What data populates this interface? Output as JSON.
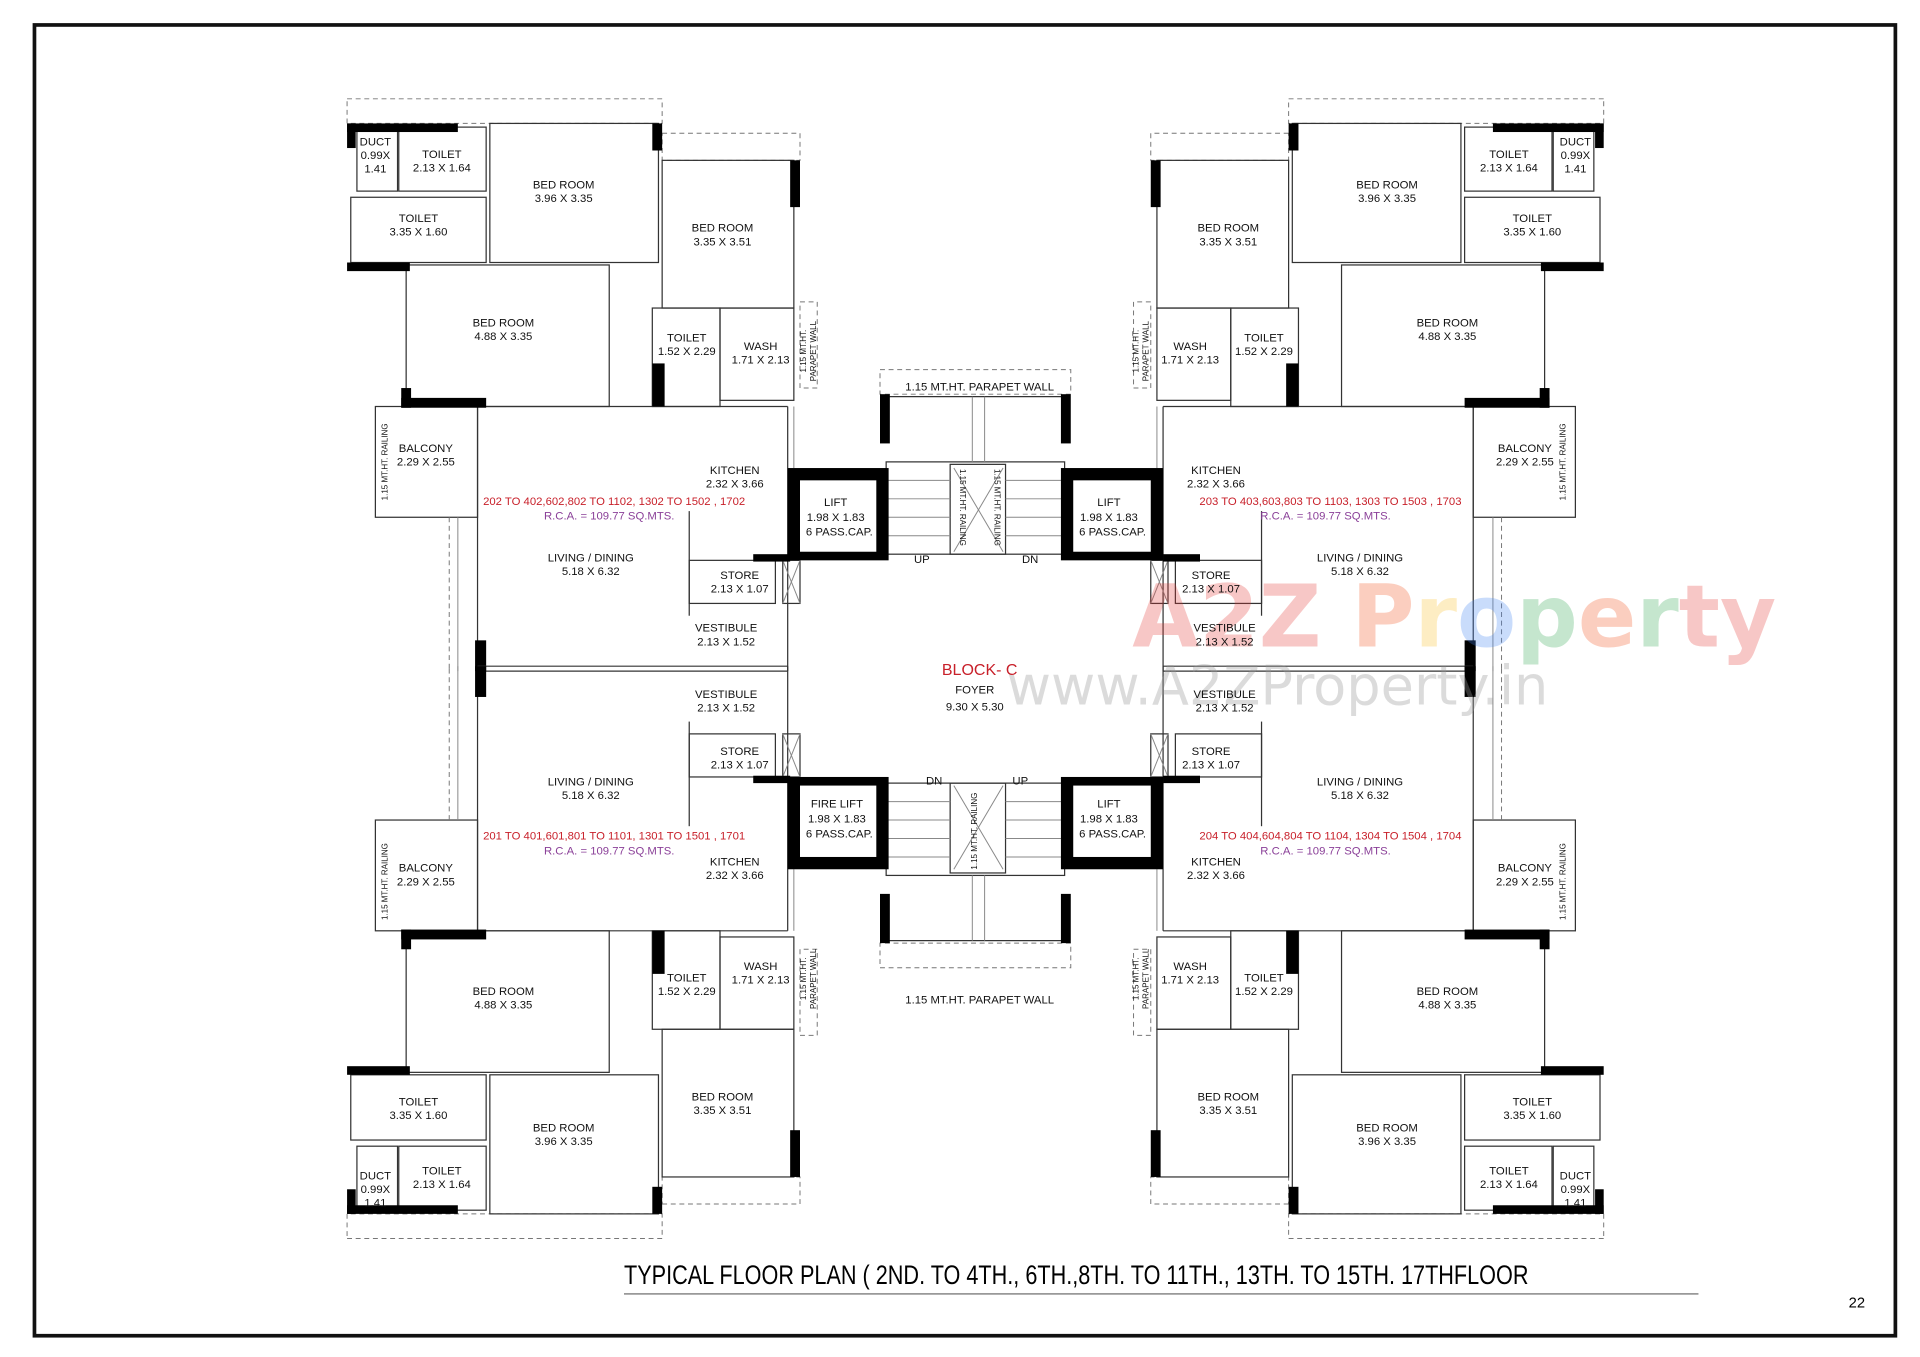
{
  "title": "TYPICAL FLOOR PLAN ( 2ND. TO 4TH., 6TH.,8TH. TO 11TH., 13TH. TO 15TH. 17THFLOOR",
  "page_number": "22",
  "block": {
    "name": "BLOCK- C",
    "foyer": "FOYER",
    "foyer_dims": "9.30 X 5.30"
  },
  "core": {
    "lift_top_left": {
      "name": "LIFT",
      "dims": "1.98 X 1.83",
      "capacity": "6 PASS.CAP."
    },
    "lift_top_right": {
      "name": "LIFT",
      "dims": "1.98 X 1.83",
      "capacity": "6 PASS.CAP."
    },
    "lift_bottom_left": {
      "name": "FIRE LIFT",
      "dims": "1.98 X 1.83",
      "capacity": "6 PASS.CAP."
    },
    "lift_bottom_right": {
      "name": "LIFT",
      "dims": "1.98 X 1.83",
      "capacity": "6 PASS.CAP."
    },
    "stair_top_up": "UP",
    "stair_top_dn": "DN",
    "stair_bottom_dn": "DN",
    "stair_bottom_up": "UP",
    "parapet_top": "1.15 MT.HT. PARAPET WALL",
    "parapet_bottom": "1.15 MT.HT. PARAPET WALL",
    "railing": "1.15 MT.HT. RAILING"
  },
  "annotations": {
    "balcony_railing": "1.15 MT.HT. RAILING",
    "parapet_line1": "1.15 MT.HT.",
    "parapet_line2": "PARAPET WALL"
  },
  "units": [
    {
      "position": "top-left",
      "flats": "202 TO 402,602,802 TO 1102, 1302 TO 1502 , 1702",
      "rca": "R.C.A. = 109.77  SQ.MTS."
    },
    {
      "position": "top-right",
      "flats": "203 TO 403,603,803 TO 1103, 1303 TO 1503 , 1703",
      "rca": "R.C.A. = 109.77  SQ.MTS."
    },
    {
      "position": "bottom-left",
      "flats": "201 TO 401,601,801 TO 1101, 1301 TO 1501 , 1701",
      "rca": "R.C.A. = 109.77  SQ.MTS."
    },
    {
      "position": "bottom-right",
      "flats": "204 TO 404,604,804 TO 1104, 1304 TO 1504 , 1704",
      "rca": "R.C.A. = 109.77  SQ.MTS."
    }
  ],
  "rooms": [
    {
      "name": "DUCT",
      "dims": [
        "0.99X",
        "1.41"
      ]
    },
    {
      "name": "TOILET",
      "dims": [
        "2.13 X 1.64"
      ]
    },
    {
      "name": "BED ROOM",
      "dims": [
        "3.96 X 3.35"
      ]
    },
    {
      "name": "TOILET",
      "dims": [
        "3.35 X 1.60"
      ]
    },
    {
      "name": "BED ROOM",
      "dims": [
        "3.35 X 3.51"
      ]
    },
    {
      "name": "BED ROOM",
      "dims": [
        "4.88 X 3.35"
      ]
    },
    {
      "name": "TOILET",
      "dims": [
        "1.52 X 2.29"
      ]
    },
    {
      "name": "WASH",
      "dims": [
        "1.71 X 2.13"
      ]
    },
    {
      "name": "BALCONY",
      "dims": [
        "2.29 X 2.55"
      ]
    },
    {
      "name": "KITCHEN",
      "dims": [
        "2.32 X 3.66"
      ]
    },
    {
      "name": "LIVING / DINING",
      "dims": [
        "5.18 X 6.32"
      ]
    },
    {
      "name": "STORE",
      "dims": [
        "2.13 X 1.07"
      ]
    },
    {
      "name": "VESTIBULE",
      "dims": [
        "2.13 X 1.52"
      ]
    }
  ],
  "watermark": {
    "logo": "A2Z Property",
    "url": "www.A2ZProperty.in",
    "logo_colors": [
      "#e53935",
      "#e53935",
      "#e53935",
      "#4285f4",
      "#f4511e",
      "#fbc02d",
      "#4285f4",
      "#34a853",
      "#f4511e",
      "#34a853"
    ]
  },
  "colors": {
    "flat_numbers": "#c8202a",
    "rca": "#8a3f98",
    "block_name": "#c8202a",
    "walls": "#000000"
  }
}
